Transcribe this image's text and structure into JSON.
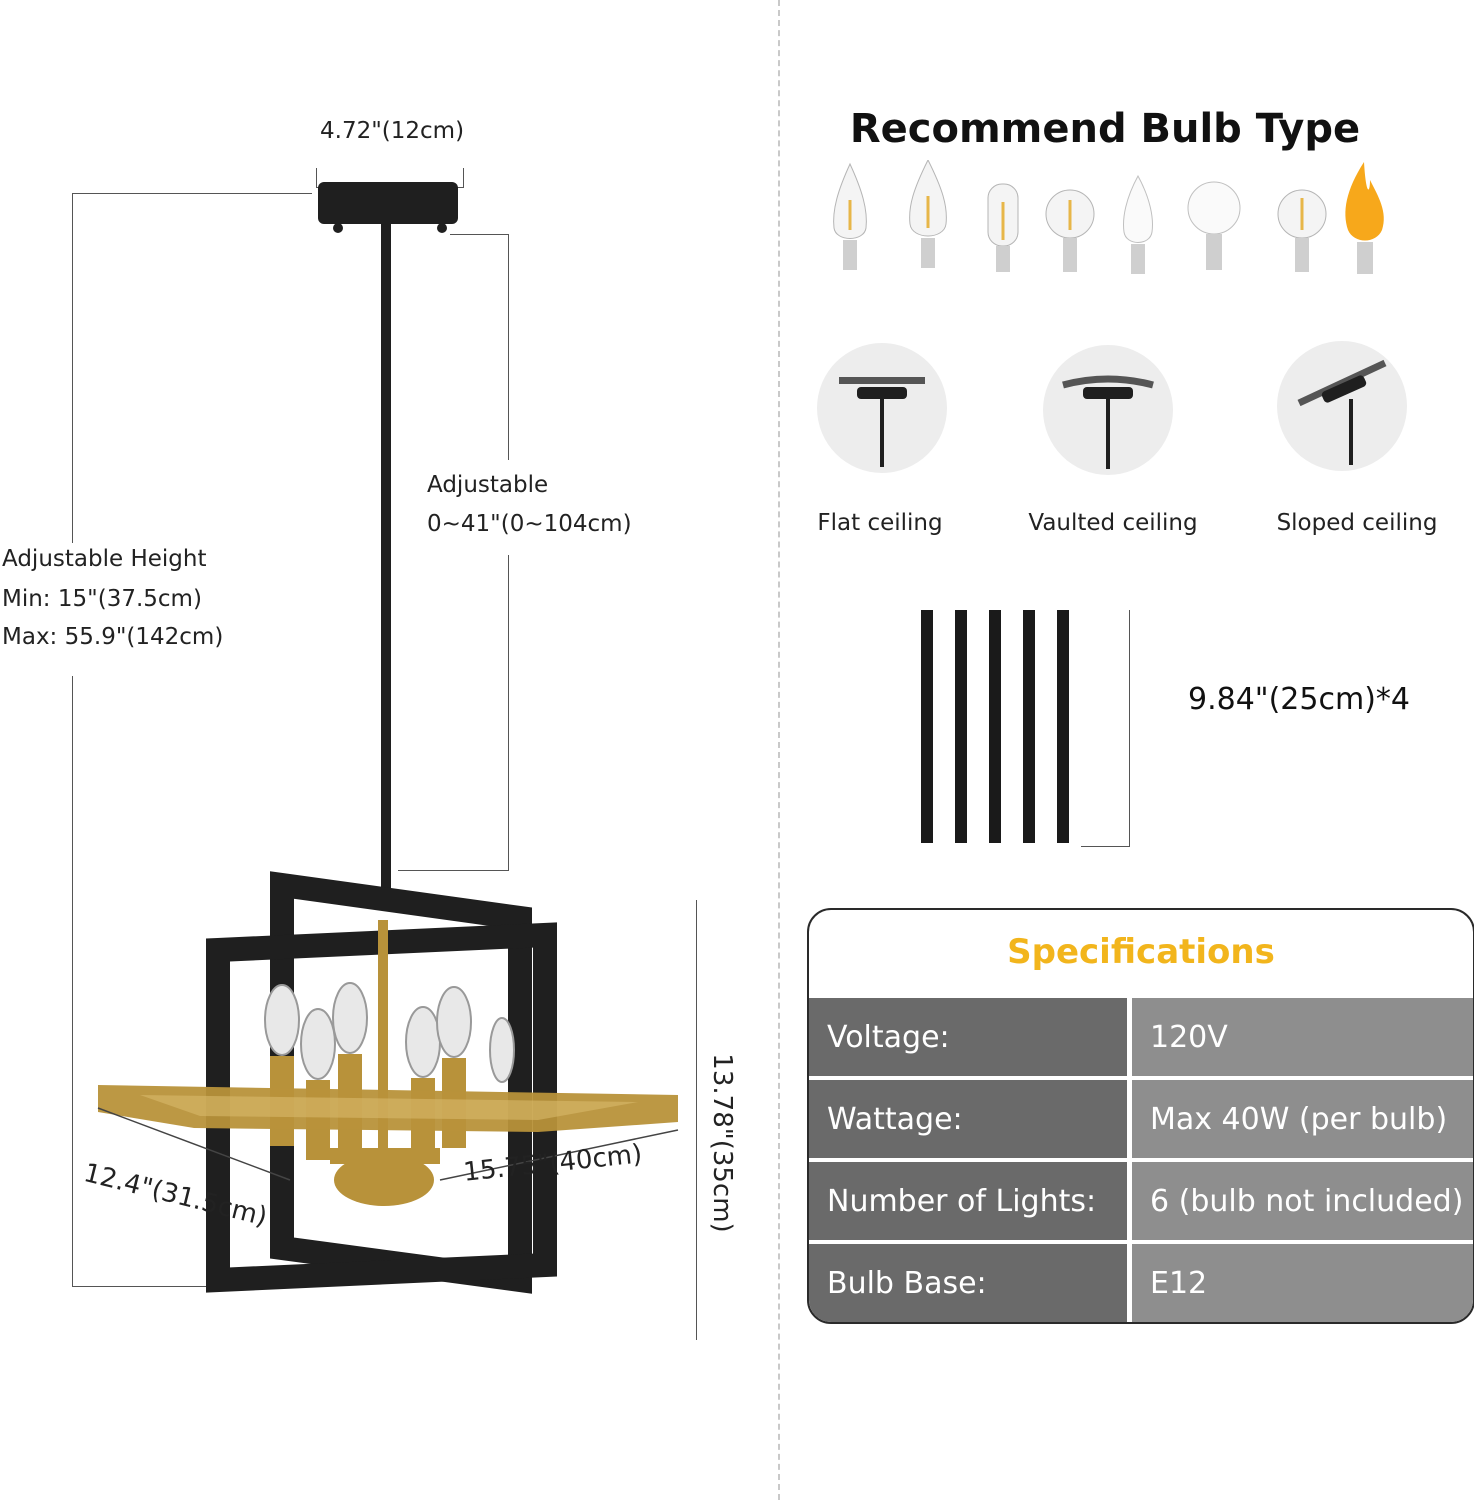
{
  "dimensions": {
    "canopy_width": "4.72\"(12cm)",
    "adjustable_label": "Adjustable",
    "adjustable_range": "0~41\"(0~104cm)",
    "height_title": "Adjustable Height",
    "height_min": "Min: 15\"(37.5cm)",
    "height_max": "Max: 55.9\"(142cm)",
    "depth": "12.4\"(31.5cm)",
    "width": "15.75\"(40cm)",
    "height": "13.78\"(35cm)"
  },
  "bulbs": {
    "title": "Recommend Bulb Type",
    "icons": [
      "candle-filament-bulb",
      "candle-filament-bulb",
      "tubular-filament-bulb",
      "globe-filament-bulb",
      "led-candle-bulb",
      "led-globe-bulb",
      "globe-filament-bulb",
      "flame-effect-bulb"
    ]
  },
  "ceilings": [
    {
      "label": "Flat ceiling"
    },
    {
      "label": "Vaulted ceiling"
    },
    {
      "label": "Sloped ceiling"
    }
  ],
  "rods": {
    "label": "9.84\"(25cm)*4"
  },
  "specifications": {
    "title": "Specifications",
    "rows": [
      {
        "label": "Voltage:",
        "value": "120V"
      },
      {
        "label": "Wattage:",
        "value": "Max 40W (per bulb)"
      },
      {
        "label": "Number of Lights:",
        "value": "6 (bulb not included)"
      },
      {
        "label": "Bulb Base:",
        "value": "E12"
      }
    ]
  },
  "colors": {
    "accent_gold": "#f2b51c",
    "frame_black": "#1f1f1f",
    "frame_gold": "#b8923a",
    "table_label_bg": "#6a6a6a",
    "table_value_bg": "#8e8e8e"
  }
}
